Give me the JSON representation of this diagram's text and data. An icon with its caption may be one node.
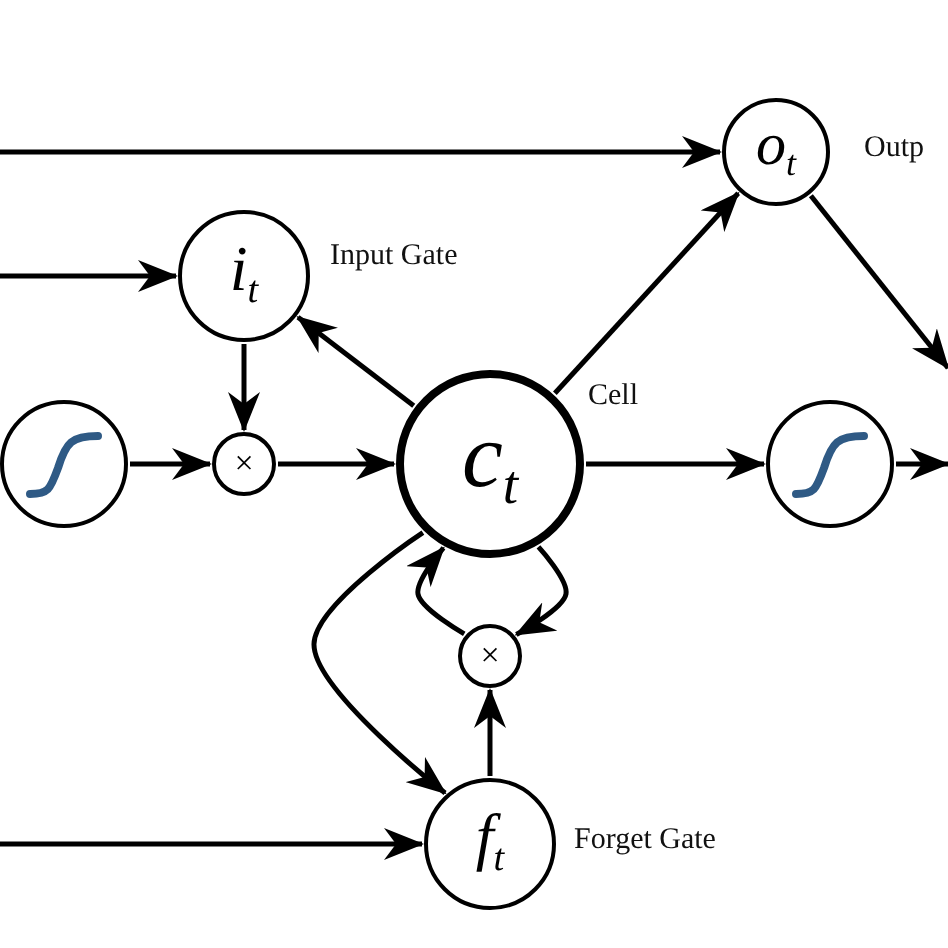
{
  "diagram": {
    "nodes": [
      {
        "text": [
          "o$_{t}$"
        ],
        "beside": [
          "Outp"
        ]
      },
      {
        "text": [
          "i$_{t}$"
        ],
        "beside": [
          "Input Gate"
        ]
      },
      {
        "text": [],
        "shape": "circle"
      },
      {
        "text": [
          "×"
        ]
      },
      {
        "text": [
          "c$_{t}$"
        ],
        "beside": [
          "Cell"
        ]
      },
      {
        "text": [],
        "shape": "circle"
      },
      {
        "text": [
          "×"
        ]
      },
      {
        "text": [
          "f$_{t}$"
        ],
        "beside": [
          "Forget Gate"
        ]
      }
    ],
    "edges": [
      {
        "from": null,
        "to": 0,
        "arrow": "to"
      },
      {
        "from": null,
        "to": 1,
        "arrow": "to"
      },
      {
        "from": 1,
        "to": 3,
        "arrow": "to"
      },
      {
        "from": 2,
        "to": 3,
        "arrow": "to"
      },
      {
        "from": 3,
        "to": 4,
        "arrow": "to"
      },
      {
        "from": 4,
        "to": 1,
        "arrow": "to"
      },
      {
        "from": 4,
        "to": 0,
        "arrow": "to"
      },
      {
        "from": 4,
        "to": 5,
        "arrow": "to"
      },
      {
        "from": 5,
        "to": null,
        "arrow": "to"
      },
      {
        "from": 0,
        "to": null,
        "arrow": "to"
      },
      {
        "from": 4,
        "to": 6,
        "arrow": "to"
      },
      {
        "from": 6,
        "to": 4,
        "arrow": "to"
      },
      {
        "from": 4,
        "to": 7,
        "arrow": "to"
      },
      {
        "from": 7,
        "to": 6,
        "arrow": "to"
      },
      {
        "from": null,
        "to": 7,
        "arrow": "to"
      }
    ]
  }
}
